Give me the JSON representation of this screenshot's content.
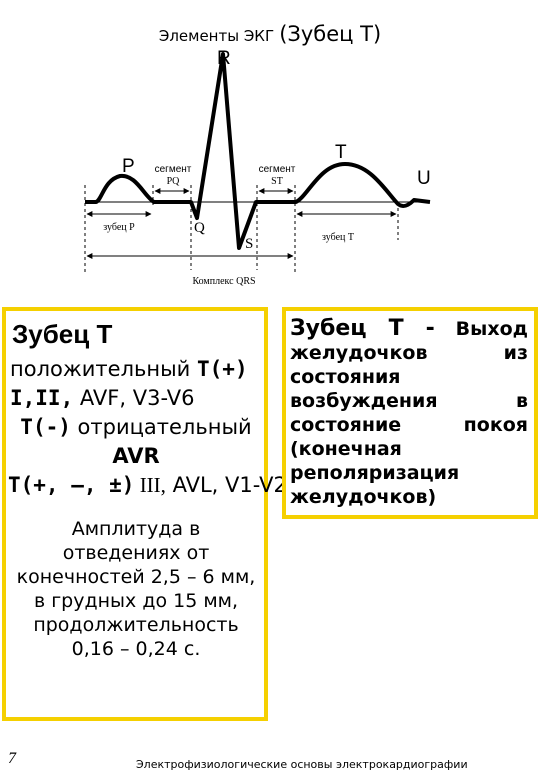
{
  "slide": {
    "title_part1": "Элементы ЭКГ",
    "title_part2": "(Зубец Т)"
  },
  "diagram": {
    "labels": {
      "R": "R",
      "P": "P",
      "T": "T",
      "U": "U",
      "Q": "Q",
      "S": "S",
      "segment_pq_1": "сегмент",
      "segment_pq_2": "PQ",
      "segment_st_1": "сегмент",
      "segment_st_2": "ST",
      "wave_p": "зубец P",
      "wave_t": "зубец T",
      "complex_qrs": "Комплекс QRS"
    }
  },
  "left_box": {
    "heading": "Зубец Т",
    "line1_text": "положительный ",
    "line1_mono": "Т(+)",
    "line2_mono": "I,II,",
    "line2_text": " AVF, V3-V6",
    "line3_mono": "Т(-)",
    "line3_text": " отрицательный",
    "line4": "AVR",
    "line5_mono": "Т(+, –, ±)",
    "line5_serif": " III,",
    "line5_text": " AVL, V1-V2",
    "amplitude": "Амплитуда в отведениях от конечностей 2,5 – 6 мм, в грудных до 15 мм, продолжительность 0,16 – 0,24 с."
  },
  "right_box": {
    "heading": "Зубец Т -",
    "body": "Выход желудочков из состояния возбуждения в состояние покоя (конечная реполяризация желудочков)"
  },
  "footer": {
    "page_number": "7",
    "text": "Электрофизиологические основы электрокардиографии"
  },
  "colors": {
    "box_border": "#f5d000"
  }
}
